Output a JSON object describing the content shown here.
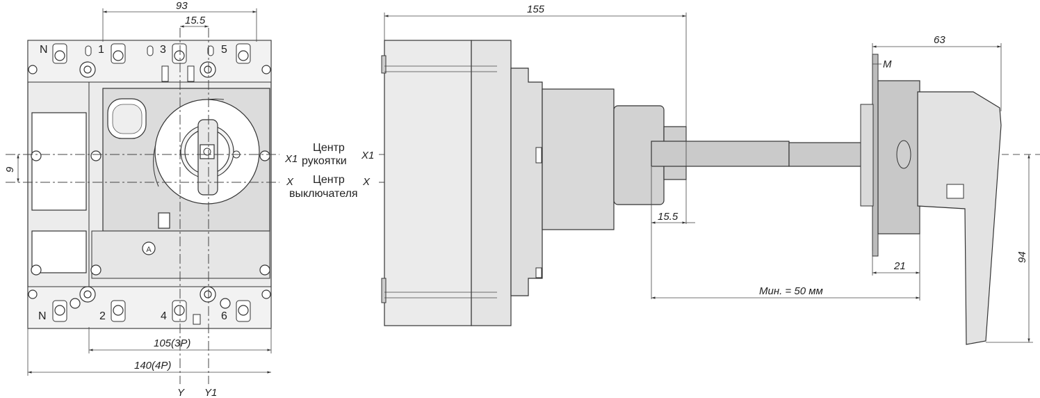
{
  "labels": {
    "center_handle_line1": "Центр",
    "center_handle_line2": "рукоятки",
    "center_breaker_line1": "Центр",
    "center_breaker_line2": "выключателя",
    "axis_x1_front": "X1",
    "axis_x_front": "X",
    "axis_x1_side": "X1",
    "axis_x_side": "X",
    "axis_y": "Y",
    "axis_y1": "Y1",
    "marker_m": "M"
  },
  "terminals": {
    "top": [
      "N",
      "1",
      "3",
      "5"
    ],
    "bottom": [
      "N",
      "2",
      "4",
      "6"
    ]
  },
  "dimensions": {
    "width_93": "93",
    "offset_15_5_top": "15.5",
    "offset_9": "9",
    "width_105": "105(3P)",
    "width_140": "140(4P)",
    "depth_155": "155",
    "offset_15_5_side": "15.5",
    "handle_63": "63",
    "handle_21": "21",
    "handle_94": "94",
    "min_50": "Мин. = 50 мм"
  }
}
